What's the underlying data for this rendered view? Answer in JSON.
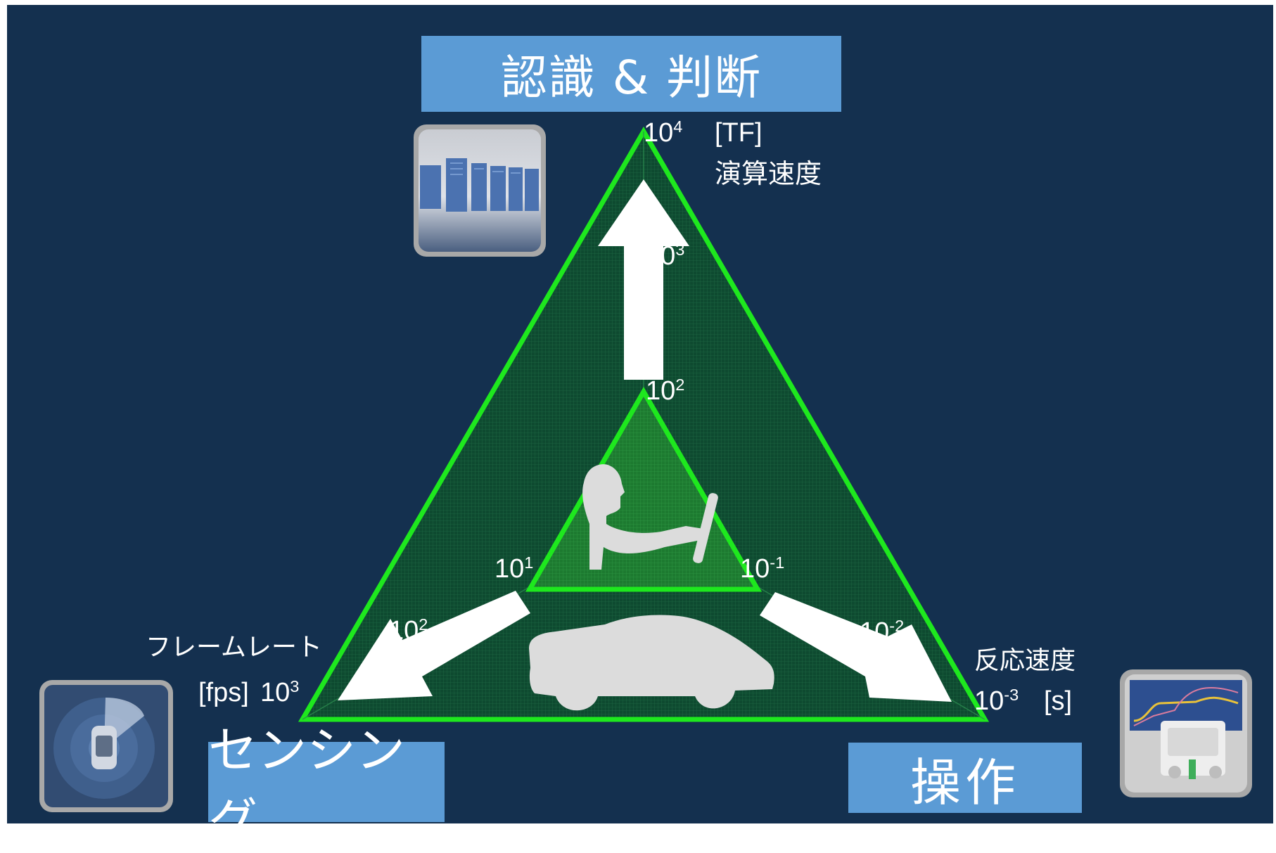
{
  "colors": {
    "background": "#14304f",
    "triangle_stroke": "#1ee81e",
    "triangle_fill": "#0e4a30",
    "label_box": "#5b9bd5",
    "arrow": "#ffffff",
    "silhouette": "#dcdcdc"
  },
  "labels": {
    "top": "認識 & 判断",
    "left": "センシング",
    "right": "操作"
  },
  "axes": {
    "compute": {
      "title": "演算速度",
      "unit": "[TF]",
      "ticks": [
        {
          "base": "10",
          "exp": "4"
        },
        {
          "base": "10",
          "exp": "3"
        },
        {
          "base": "10",
          "exp": "2"
        }
      ]
    },
    "framerate": {
      "title": "フレームレート",
      "unit": "[fps]",
      "ticks": [
        {
          "base": "10",
          "exp": "3"
        },
        {
          "base": "10",
          "exp": "2"
        },
        {
          "base": "10",
          "exp": "1"
        }
      ]
    },
    "reaction": {
      "title": "反応速度",
      "unit": "[s]",
      "ticks": [
        {
          "base": "10",
          "exp": "-3"
        },
        {
          "base": "10",
          "exp": "-2"
        },
        {
          "base": "10",
          "exp": "-1"
        }
      ]
    }
  },
  "icons": {
    "top_left": "server-rack-icon",
    "bottom_left": "car-radar-icon",
    "bottom_right": "motor-graph-icon",
    "center_person": "driver-silhouette-icon",
    "center_car": "car-silhouette-icon"
  }
}
